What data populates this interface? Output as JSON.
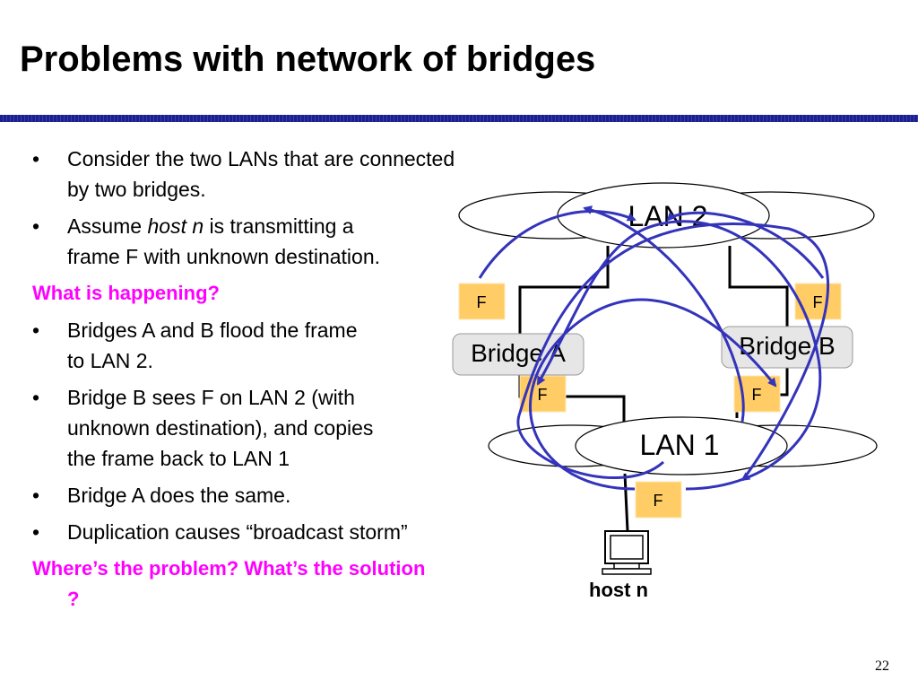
{
  "slide": {
    "title": "Problems with network of bridges",
    "page_number": "22",
    "accent_color": "#1c1f8e",
    "highlight_color": "#ff00ff"
  },
  "bullets": [
    {
      "line1": "Consider the two LANs that are connected",
      "line2": "by two bridges."
    },
    {
      "pre": "Assume ",
      "italic": "host n",
      "post": " is transmitting a",
      "line2": "frame F with unknown destination."
    }
  ],
  "heading_happening": "What is happening?",
  "bullets2": [
    {
      "line1": "Bridges A and B flood the frame",
      "line2": "to LAN 2."
    },
    {
      "line1": "Bridge B sees F on LAN 2 (with",
      "line2": "unknown destination), and copies",
      "line3": "the frame back to LAN 1"
    },
    {
      "line1": "Bridge A does the same."
    },
    {
      "line1": "Duplication causes “broadcast storm”"
    }
  ],
  "question": {
    "line1": "Where’s the problem? What’s the solution",
    "line2": "?"
  },
  "bullet_symbol": "•",
  "diagram": {
    "lan2": "LAN 2",
    "lan1": "LAN 1",
    "bridge_a": "Bridge A",
    "bridge_b": "Bridge B",
    "frame": "F",
    "host": "host n",
    "frame_fill": "#ffcc66",
    "bridge_fill": "#e6e6e6",
    "arrow_color": "#3333bb"
  }
}
